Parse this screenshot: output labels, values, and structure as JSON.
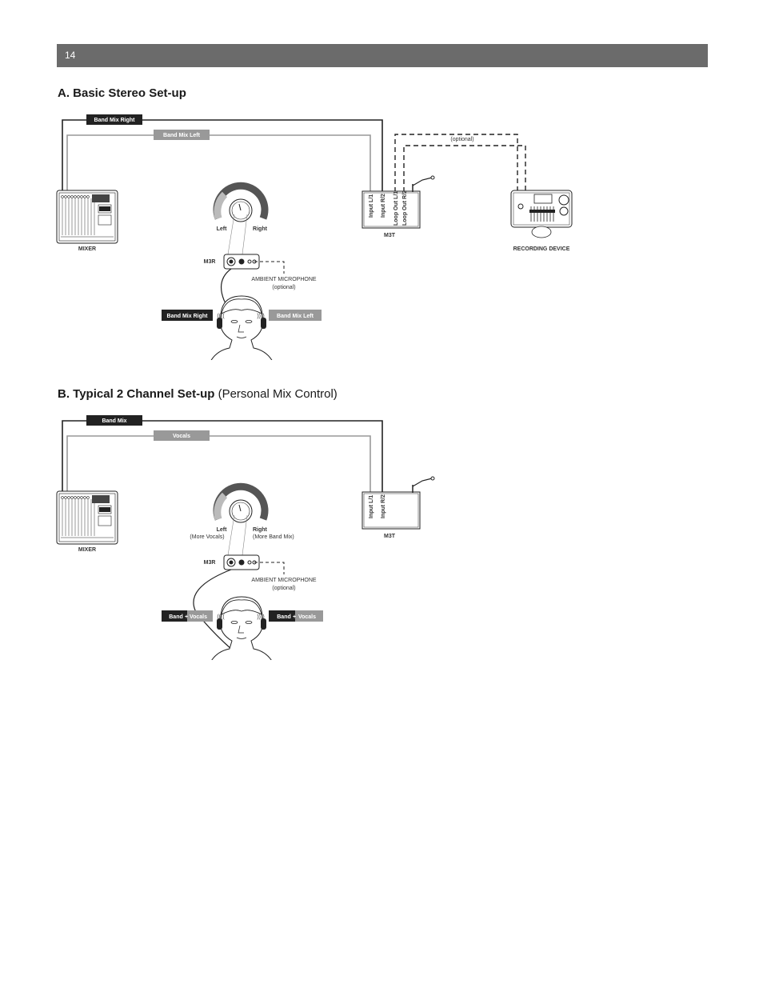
{
  "page": {
    "number": "14"
  },
  "section_a": {
    "title": "A. Basic Stereo Set-up",
    "cable_right": "Band Mix Right",
    "cable_left": "Band Mix Left",
    "optional": "(optional)",
    "mixer": "MIXER",
    "m3t": "M3T",
    "m3r": "M3R",
    "recording_device": "RECORDING DEVICE",
    "knob_left": "Left",
    "knob_right": "Right",
    "ambient_mic": "AMBIENT MICROPHONE",
    "ambient_optional": "(optional)",
    "ear_left_tag": "Band Mix Right",
    "ear_right_tag": "Band Mix Left",
    "ports": [
      "Input L/1",
      "Input R/2",
      "Loop Out L/1",
      "Loop Out R/2"
    ]
  },
  "section_b": {
    "title": "B. Typical 2 Channel Set-up",
    "subtitle": "(Personal Mix Control)",
    "cable_1": "Band Mix",
    "cable_2": "Vocals",
    "mixer": "MIXER",
    "m3t": "M3T",
    "m3r": "M3R",
    "knob_left": "Left",
    "knob_left_sub": "(More Vocals)",
    "knob_right": "Right",
    "knob_right_sub": "(More Band Mix)",
    "ambient_mic": "AMBIENT MICROPHONE",
    "ambient_optional": "(optional)",
    "ear_tag_band": "Band",
    "ear_tag_plus": "+",
    "ear_tag_vocals": "Vocals",
    "ports": [
      "Input L/1",
      "Input R/2"
    ]
  }
}
